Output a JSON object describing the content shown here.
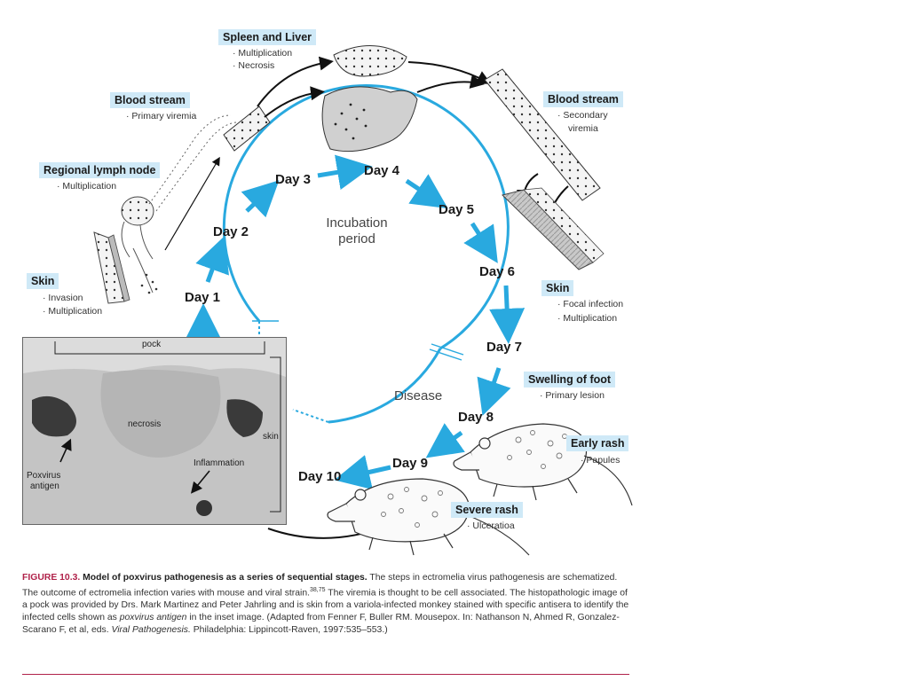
{
  "labels": {
    "spleen_liver": {
      "title": "Spleen and Liver",
      "items": [
        "· Multiplication",
        "· Necrosis"
      ]
    },
    "blood_primary": {
      "title": "Blood stream",
      "items": [
        "· Primary viremia"
      ]
    },
    "blood_secondary": {
      "title": "Blood stream",
      "items": [
        "· Secondary",
        "viremia"
      ]
    },
    "lymph": {
      "title": "Regional lymph node",
      "items": [
        "· Multiplication"
      ]
    },
    "skin_entry": {
      "title": "Skin",
      "items": [
        "· Invasion",
        "· Multiplication"
      ]
    },
    "skin_focal": {
      "title": "Skin",
      "items": [
        "· Focal infection",
        "· Multiplication"
      ]
    },
    "swelling": {
      "title": "Swelling of foot",
      "items": [
        "· Primary lesion"
      ]
    },
    "early_rash": {
      "title": "Early rash",
      "items": [
        "· Papules"
      ]
    },
    "severe_rash": {
      "title": "Severe rash",
      "items": [
        "· Ulceratioa"
      ]
    }
  },
  "days": [
    "Day 1",
    "Day 2",
    "Day 3",
    "Day 4",
    "Day 5",
    "Day 6",
    "Day 7",
    "Day 8",
    "Day 9",
    "Day 10"
  ],
  "cycle": {
    "incubation_line1": "Incubation",
    "incubation_line2": "period",
    "disease": "Disease"
  },
  "histology": {
    "pock": "pock",
    "necrosis": "necrosis",
    "skin": "skin",
    "inflammation": "Inflammation",
    "antigen_line1": "Poxvirus",
    "antigen_line2": "antigen"
  },
  "caption": {
    "figure": "FIGURE 10.3.",
    "title": "Model of poxvirus pathogenesis as a series of sequential stages.",
    "body1": "The steps in ectromelia virus pathogenesis are schematized. The outcome of ectromelia infection varies with mouse and viral strain.",
    "sup": "38,75",
    "body2": "The viremia is thought to be cell associated. The histopathologic image of a pock was provided by Drs. Mark Martinez and Peter Jahrling and is skin from a variola-infected monkey stained with specific antisera to identify the infected cells shown as",
    "italic1": "poxvirus antigen",
    "body3": "in the inset image. (Adapted from Fenner F, Buller RM. Mousepox. In: Nathanson N, Ahmed R, Gonzalez-Scarano F, et al, eds.",
    "italic2": "Viral Pathogenesis.",
    "body4": "Philadelphia: Lippincott-Raven, 1997:535–553.)"
  },
  "colors": {
    "accent": "#29a9df",
    "label_bg": "#cfe9f7",
    "caption_title": "#b0224a"
  }
}
